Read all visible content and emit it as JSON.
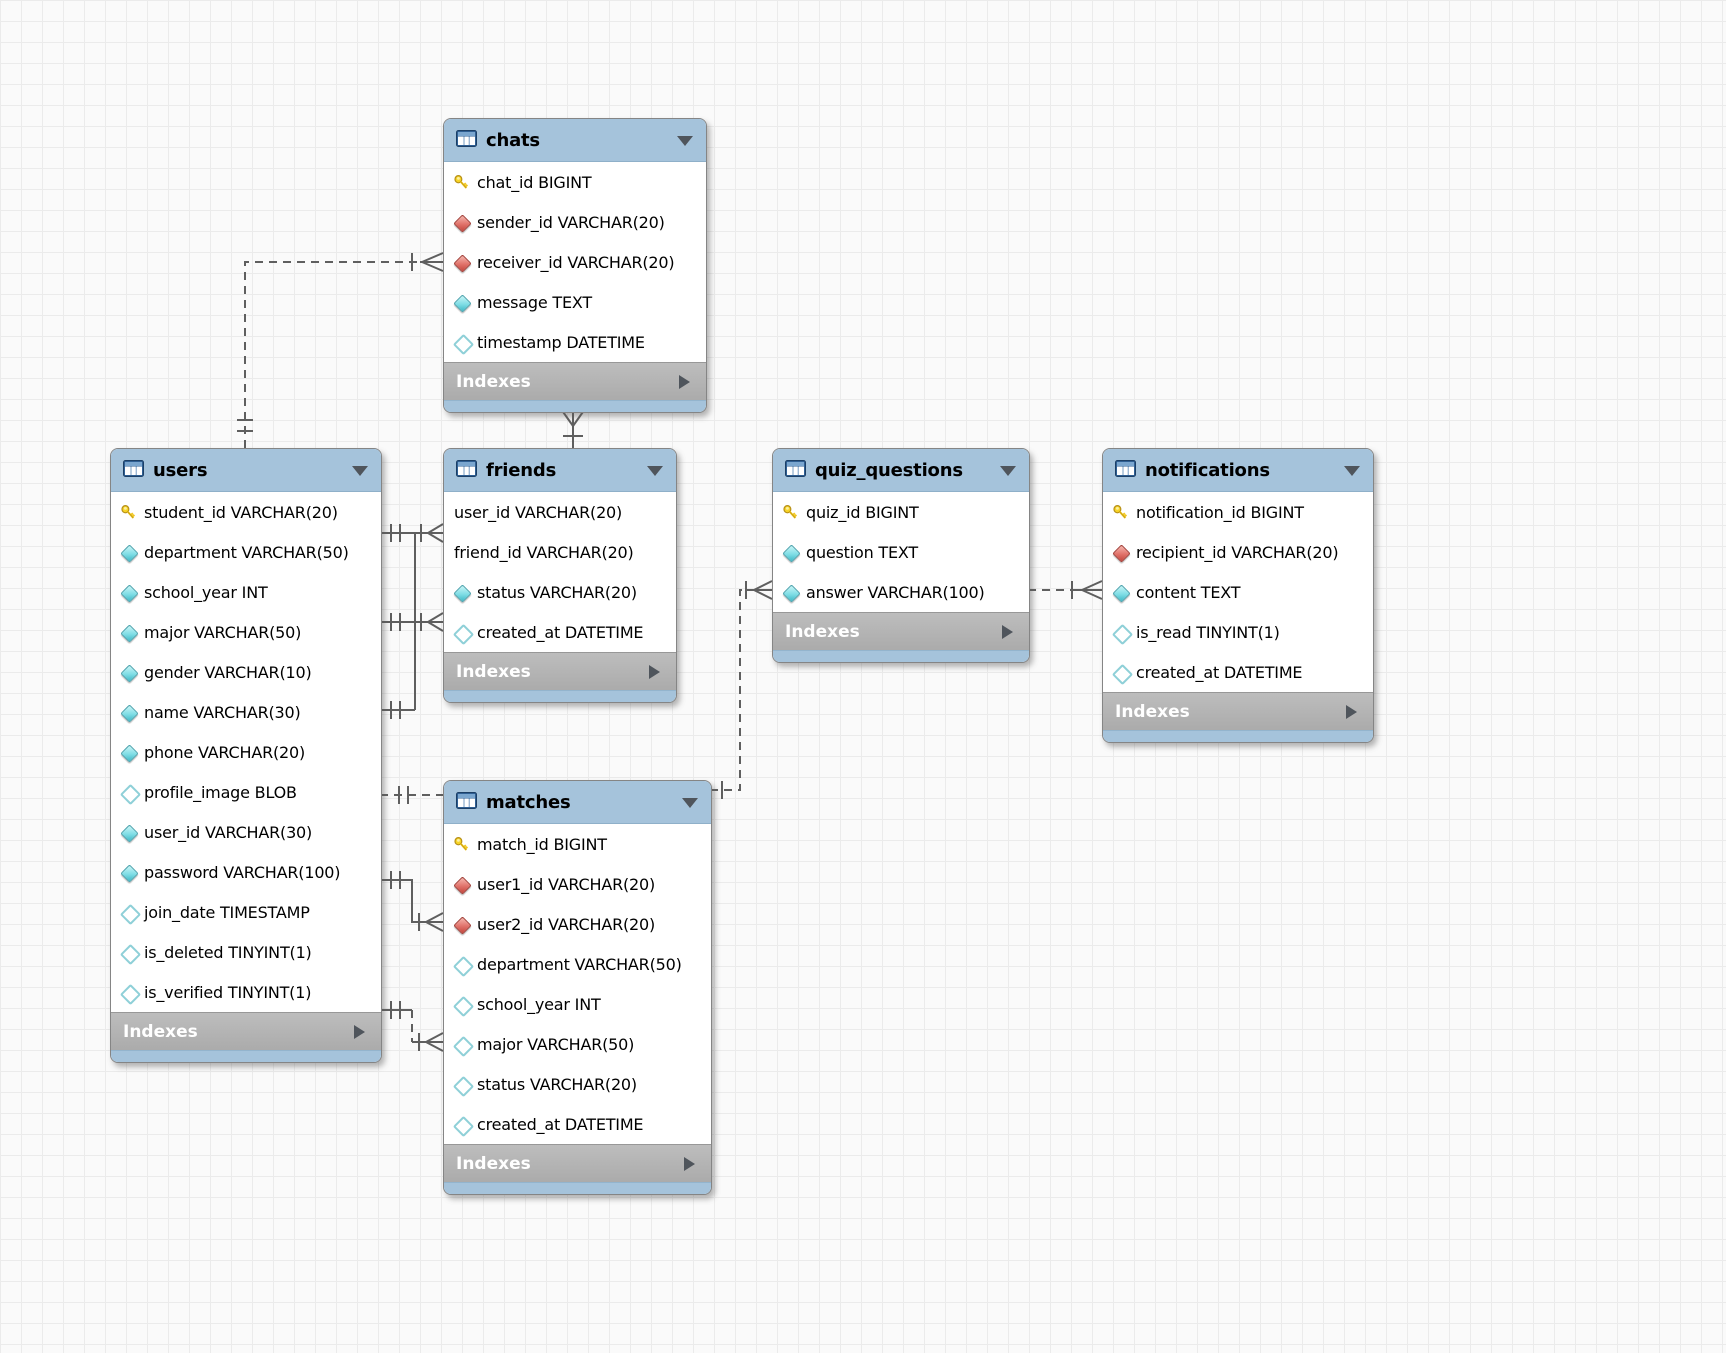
{
  "diagram": {
    "type": "database-eer-diagram",
    "indexes_section_label": "Indexes",
    "colors": {
      "table_header_blue": "#a5c3db",
      "indexes_bar_gray": "#b2b2b2",
      "primary_key_yellow": "#f7d426",
      "foreign_key_red": "#e0726a",
      "attribute_cyan": "#7fdde5",
      "connector_gray": "#5f5f5f",
      "canvas_grid": "#ebebeb"
    }
  },
  "tables": [
    {
      "id": "chats",
      "title": "chats",
      "footer": "Indexes",
      "columns": [
        {
          "icon": "primary-key",
          "text": "chat_id BIGINT"
        },
        {
          "icon": "foreign-key",
          "text": "sender_id VARCHAR(20)"
        },
        {
          "icon": "foreign-key",
          "text": "receiver_id VARCHAR(20)"
        },
        {
          "icon": "attribute",
          "text": "message TEXT"
        },
        {
          "icon": "attribute-nullable",
          "text": "timestamp DATETIME"
        }
      ]
    },
    {
      "id": "users",
      "title": "users",
      "footer": "Indexes",
      "columns": [
        {
          "icon": "primary-key",
          "text": "student_id VARCHAR(20)"
        },
        {
          "icon": "attribute",
          "text": "department VARCHAR(50)"
        },
        {
          "icon": "attribute",
          "text": "school_year INT"
        },
        {
          "icon": "attribute",
          "text": "major VARCHAR(50)"
        },
        {
          "icon": "attribute",
          "text": "gender VARCHAR(10)"
        },
        {
          "icon": "attribute",
          "text": "name VARCHAR(30)"
        },
        {
          "icon": "attribute",
          "text": "phone VARCHAR(20)"
        },
        {
          "icon": "attribute-nullable",
          "text": "profile_image BLOB"
        },
        {
          "icon": "attribute",
          "text": "user_id VARCHAR(30)"
        },
        {
          "icon": "attribute",
          "text": "password VARCHAR(100)"
        },
        {
          "icon": "attribute-nullable",
          "text": "join_date TIMESTAMP"
        },
        {
          "icon": "attribute-nullable",
          "text": "is_deleted TINYINT(1)"
        },
        {
          "icon": "attribute-nullable",
          "text": "is_verified TINYINT(1)"
        }
      ]
    },
    {
      "id": "friends",
      "title": "friends",
      "footer": "Indexes",
      "columns": [
        {
          "icon": "none",
          "text": "user_id VARCHAR(20)"
        },
        {
          "icon": "none",
          "text": "friend_id VARCHAR(20)"
        },
        {
          "icon": "attribute",
          "text": "status VARCHAR(20)"
        },
        {
          "icon": "attribute-nullable",
          "text": "created_at DATETIME"
        }
      ]
    },
    {
      "id": "quiz_questions",
      "title": "quiz_questions",
      "footer": "Indexes",
      "columns": [
        {
          "icon": "primary-key",
          "text": "quiz_id BIGINT"
        },
        {
          "icon": "attribute",
          "text": "question TEXT"
        },
        {
          "icon": "attribute",
          "text": "answer VARCHAR(100)"
        }
      ]
    },
    {
      "id": "notifications",
      "title": "notifications",
      "footer": "Indexes",
      "columns": [
        {
          "icon": "primary-key",
          "text": "notification_id BIGINT"
        },
        {
          "icon": "foreign-key",
          "text": "recipient_id VARCHAR(20)"
        },
        {
          "icon": "attribute",
          "text": "content TEXT"
        },
        {
          "icon": "attribute-nullable",
          "text": "is_read TINYINT(1)"
        },
        {
          "icon": "attribute-nullable",
          "text": "created_at DATETIME"
        }
      ]
    },
    {
      "id": "matches",
      "title": "matches",
      "footer": "Indexes",
      "columns": [
        {
          "icon": "primary-key",
          "text": "match_id BIGINT"
        },
        {
          "icon": "foreign-key",
          "text": "user1_id VARCHAR(20)"
        },
        {
          "icon": "foreign-key",
          "text": "user2_id VARCHAR(20)"
        },
        {
          "icon": "attribute-nullable",
          "text": "department VARCHAR(50)"
        },
        {
          "icon": "attribute-nullable",
          "text": "school_year INT"
        },
        {
          "icon": "attribute-nullable",
          "text": "major VARCHAR(50)"
        },
        {
          "icon": "attribute-nullable",
          "text": "status VARCHAR(20)"
        },
        {
          "icon": "attribute-nullable",
          "text": "created_at DATETIME"
        }
      ]
    }
  ],
  "relationships": [
    {
      "from": "users",
      "to": "chats",
      "line": "dashed",
      "notation": "one-to-many"
    },
    {
      "from": "friends",
      "to": "chats",
      "line": "solid",
      "notation": "one-to-many"
    },
    {
      "from": "users",
      "to": "friends",
      "line": "solid",
      "notation": "one-to-many"
    },
    {
      "from": "users",
      "to": "friends",
      "line": "solid",
      "notation": "one-to-many"
    },
    {
      "from": "users",
      "to": "matches",
      "line": "dashed",
      "notation": "one-to-one"
    },
    {
      "from": "users",
      "to": "matches",
      "line": "solid",
      "notation": "one-to-many"
    },
    {
      "from": "users",
      "to": "matches",
      "line": "mixed",
      "notation": "one-to-many"
    },
    {
      "from": "quiz_questions",
      "to": "notifications",
      "line": "dashed",
      "notation": "one-to-many"
    },
    {
      "from": "matches",
      "to": "quiz_questions",
      "line": "dashed",
      "notation": "one-to-many"
    }
  ]
}
